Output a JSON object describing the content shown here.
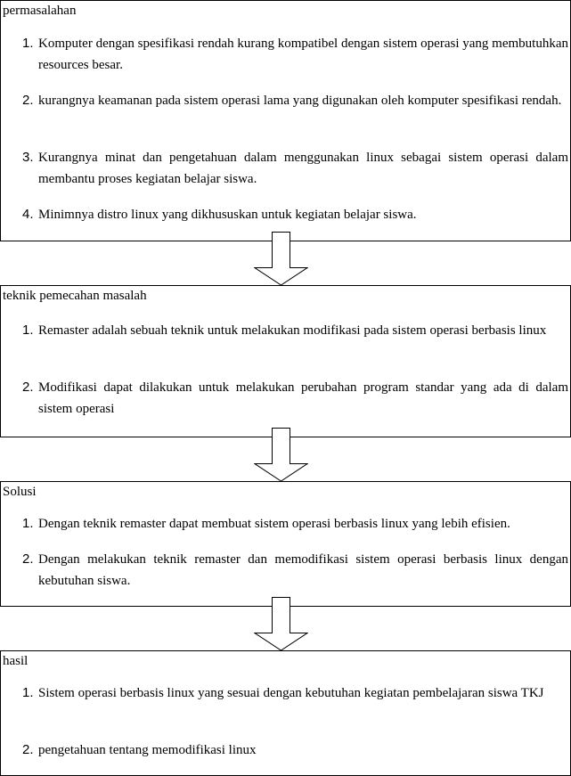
{
  "boxes": [
    {
      "title": "permasalahan",
      "items": [
        {
          "num": "1.",
          "text": "Komputer dengan spesifikasi rendah kurang kompatibel dengan sistem operasi yang membutuhkan resources besar."
        },
        {
          "num": "2.",
          "text": "kurangnya keamanan pada sistem operasi lama yang digunakan oleh komputer spesifikasi rendah."
        },
        {
          "num": "3.",
          "text": "Kurangnya minat dan pengetahuan dalam menggunakan linux sebagai sistem operasi dalam membantu proses kegiatan belajar siswa."
        },
        {
          "num": "4.",
          "text": "Minimnya distro linux yang dikhususkan untuk kegiatan belajar siswa."
        }
      ]
    },
    {
      "title": "teknik pemecahan masalah",
      "items": [
        {
          "num": "1.",
          "text": "Remaster adalah sebuah teknik untuk melakukan modifikasi pada sistem operasi berbasis linux"
        },
        {
          "num": "2.",
          "text": "Modifikasi dapat dilakukan untuk melakukan perubahan program standar yang ada di dalam sistem operasi"
        }
      ]
    },
    {
      "title": "Solusi",
      "items": [
        {
          "num": "1.",
          "text": "Dengan teknik remaster dapat membuat sistem operasi berbasis linux yang lebih efisien."
        },
        {
          "num": "2.",
          "text": "Dengan melakukan teknik remaster dan memodifikasi sistem operasi berbasis linux dengan kebutuhan siswa."
        }
      ]
    },
    {
      "title": "hasil",
      "items": [
        {
          "num": "1.",
          "text": "Sistem operasi berbasis linux yang sesuai dengan kebutuhan kegiatan pembelajaran siswa TKJ"
        },
        {
          "num": "2.",
          "text": "pengetahuan tentang memodifikasi linux"
        }
      ]
    }
  ]
}
